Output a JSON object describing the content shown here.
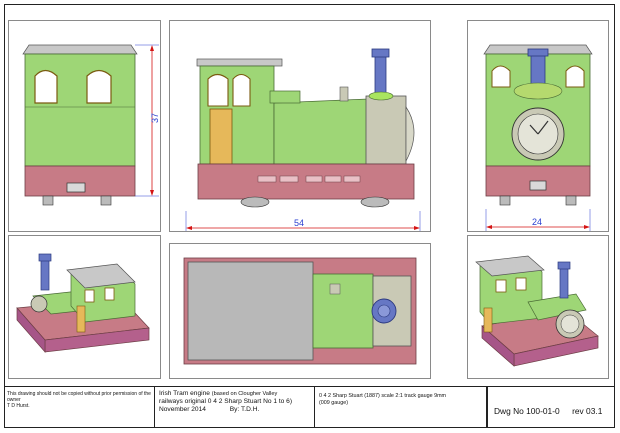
{
  "dimensions": {
    "height_label": "37",
    "length_label": "54",
    "width_label": "24"
  },
  "title_block": {
    "copyright": "This drawing should not be copied without prior permission of the owner",
    "owner": "T D Hurst.",
    "title": "Irish Tram engine",
    "title_note": "(based on Clougher Valley",
    "title_line2": "railways original 0 4 2 Sharp Stuart No 1 to 6)",
    "date": "November 2014",
    "author": "By: T.D.H.",
    "spec_line1": "0 4 2 Sharp Stuart (1887) scale 2:1 track gauge 9mm",
    "spec_line2": "(009 gauge)",
    "dwg_no": "Dwg No 100-01-0",
    "rev": "rev 03.1"
  },
  "colors": {
    "body_green": "#9ed676",
    "frame_red": "#c77b86",
    "cab_roof": "#c8c8c8",
    "boiler_grey": "#c9c9b5",
    "chimney_blue": "#6677c4",
    "dim_red": "#d41414",
    "dim_blue": "#2a3fd0"
  }
}
